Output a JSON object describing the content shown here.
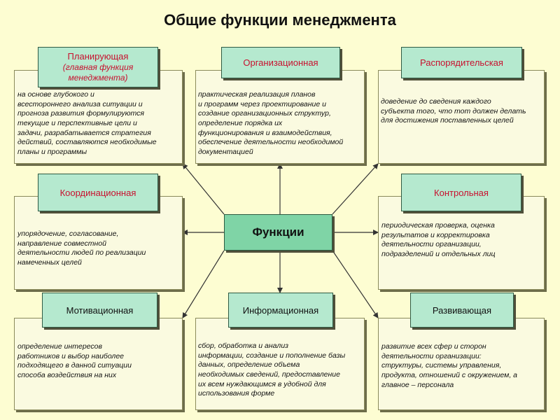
{
  "title": "Общие функции менеджмента",
  "center_label": "Функции",
  "functions": {
    "planning": {
      "name": "Планирующая",
      "name_sub": "(главная функция менеджмента)",
      "description": "на основе глубокого и\nвсестороннего анализа ситуации и\nпрогноза развития формулируются\nтекущие и перспективные цели и\nзадачи, разрабатывается стратегия\nдействий, составляются необходимые\nпланы и программы"
    },
    "organizational": {
      "name": "Организационная",
      "description": "практическая реализация планов\nи программ через проектирование и\nсоздание организационных структур,\nопределение порядка их\nфункционирования и взаимодействия,\nобеспечение деятельности необходимой\nдокументацией"
    },
    "administrative": {
      "name": "Распорядительская",
      "description": "доведение до сведения каждого\nсубъекта того, что тот должен делать\nдля достижения поставленных целей"
    },
    "coordination": {
      "name": "Координационная",
      "description": "упорядочение, согласование,\nнаправление совместной\nдеятельности людей по реализации\nнамеченных целей"
    },
    "control": {
      "name": "Контрольная",
      "description": "периодическая проверка, оценка\nрезультатов и корректировка\nдеятельности организации,\nподразделений и отдельных лиц"
    },
    "motivation": {
      "name": "Мотивационная",
      "description": "определение интересов\nработников и выбор наиболее\nподходящего в данной ситуации\nспособа воздействия на них"
    },
    "informational": {
      "name": "Информационная",
      "description": "сбор, обработка и анализ\nинформации, создание и пополнение базы\nданных, определение объема\nнеобходимых сведений, предоставление\nих всем нуждающимся в удобной для\nиспользования форме"
    },
    "developmental": {
      "name": "Развивающая",
      "description": "развитие всех сфер и сторон\nдеятельности организации:\nструктуры, системы управления,\nпродукта, отношений с окружением, а\nглавное – персонала"
    }
  }
}
